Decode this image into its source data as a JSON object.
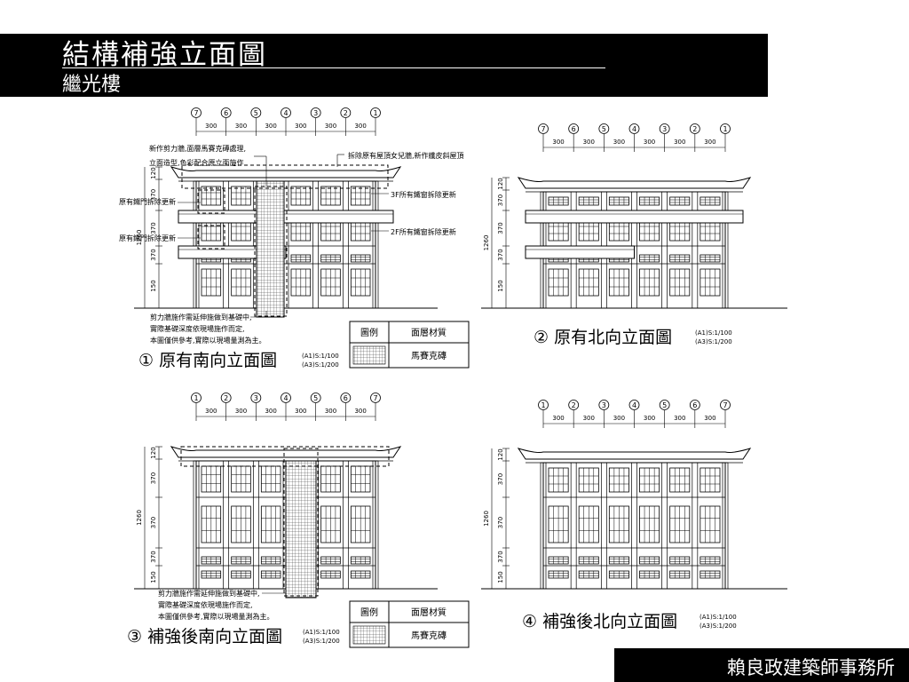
{
  "slide": {
    "title": "結構補強立面圖",
    "subtitle": "繼光樓",
    "firm": "賴良政建築師事務所"
  },
  "grid": {
    "south_axes": [
      "7",
      "6",
      "5",
      "4",
      "3",
      "2",
      "1"
    ],
    "north_axes": [
      "7",
      "6",
      "5",
      "4",
      "3",
      "2",
      "1"
    ],
    "reinforced_south_axes": [
      "1",
      "2",
      "3",
      "4",
      "5",
      "6",
      "7"
    ],
    "reinforced_north_axes": [
      "1",
      "2",
      "3",
      "4",
      "5",
      "6",
      "7"
    ],
    "bay_spacing": "300",
    "floor_heights": [
      "120",
      "370",
      "370",
      "370",
      "150"
    ],
    "total_height": "1260"
  },
  "panels": [
    {
      "number": "①",
      "title": "原有南向立面圖",
      "scale_a1": "(A1)S:1/100",
      "scale_a3": "(A3)S:1/200"
    },
    {
      "number": "②",
      "title": "原有北向立面圖",
      "scale_a1": "(A1)S:1/100",
      "scale_a3": "(A3)S:1/200"
    },
    {
      "number": "③",
      "title": "補強後南向立面圖",
      "scale_a1": "(A1)S:1/100",
      "scale_a3": "(A3)S:1/200"
    },
    {
      "number": "④",
      "title": "補強後北向立面圖",
      "scale_a1": "(A1)S:1/100",
      "scale_a3": "(A3)S:1/200"
    }
  ],
  "annotations": {
    "shear_wall_1": "新作剪力牆,面層馬賽克磚處理,",
    "shear_wall_2": "立面造型,色彩配合原立面施作",
    "parapet": "拆除原有屋頂女兒牆,新作纖皮斜屋頂",
    "iron_door_a": "原有鐵門拆除更新",
    "iron_door_b": "原有鐵門拆除更新",
    "window_3f": "3F所有鐵窗拆除更新",
    "window_2f": "2F所有鐵窗拆除更新",
    "foundation_1": "剪力牆施作需延伸施做到基礎中,",
    "foundation_2": "實際基礎深度依現場施作而定,",
    "foundation_3": "本圖僅供參考,實際以現場量測為主。"
  },
  "legend": {
    "header_symbol": "圖例",
    "header_material": "面層材質",
    "material": "馬賽克磚"
  }
}
